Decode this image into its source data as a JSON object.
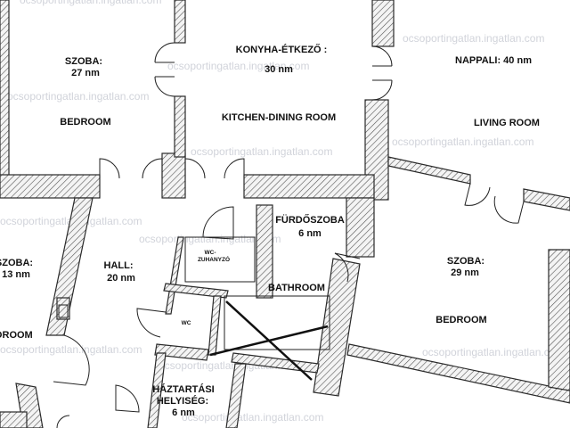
{
  "rooms": {
    "bedroom_top_left": {
      "name": "SZOBA:",
      "area": "27 nm",
      "english": "BEDROOM"
    },
    "kitchen": {
      "name": "KONYHA-ÉTKEZŐ :",
      "area": "30 nm",
      "english": "KITCHEN-DINING ROOM"
    },
    "living": {
      "name": "NAPPALI: 40 nm",
      "english": "LIVING ROOM"
    },
    "bedroom_left": {
      "name": "SZOBA:",
      "area": "13 nm",
      "english": "BEDROOM"
    },
    "hall": {
      "name": "HALL:",
      "area": "20 nm"
    },
    "wc_shower": {
      "name": "WC-",
      "name2": "ZUHANYZÓ"
    },
    "bathroom": {
      "name": "FÜRDŐSZOBA",
      "area": "6 nm",
      "english": "BATHROOM"
    },
    "wc": {
      "name": "WC"
    },
    "bedroom_right": {
      "name": "SZOBA:",
      "area": "29 nm",
      "english": "BEDROOM"
    },
    "utility": {
      "name": "HÁZTARTÁSI",
      "name2": "HELYISÉG:",
      "area": "6 nm"
    }
  },
  "watermark": "ocsoportingatlan.ingatlan.com"
}
